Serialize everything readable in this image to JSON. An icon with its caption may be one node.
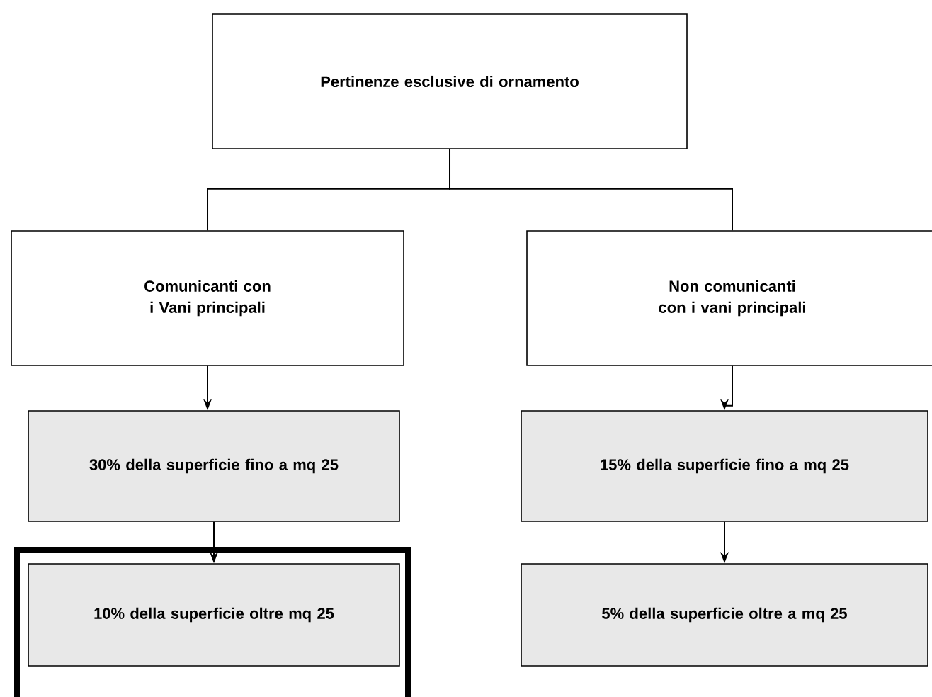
{
  "diagram": {
    "nodes": [
      {
        "text": [
          "Pertinenze esclusive di ornamento"
        ]
      },
      {
        "text": [
          "Comunicanti con i Vani principali"
        ]
      },
      {
        "text": [
          "Non comunicanti con i vani principali"
        ]
      },
      {
        "text": [
          "30% della superficie fino a mq 25"
        ]
      },
      {
        "text": [
          "15% della superficie fino a mq 25"
        ]
      },
      {
        "text": [
          "10% della superficie oltre mq 25"
        ]
      },
      {
        "text": [
          "5% della superficie oltre a mq 25"
        ]
      }
    ],
    "edges": [
      {
        "from": 0,
        "to": 1,
        "arrow": "none"
      },
      {
        "from": 0,
        "to": 2,
        "arrow": "none"
      },
      {
        "from": 1,
        "to": 3,
        "arrow": "to"
      },
      {
        "from": 3,
        "to": 5,
        "arrow": "to"
      },
      {
        "from": 2,
        "to": 4,
        "arrow": "to"
      },
      {
        "from": 4,
        "to": 6,
        "arrow": "to"
      }
    ]
  }
}
